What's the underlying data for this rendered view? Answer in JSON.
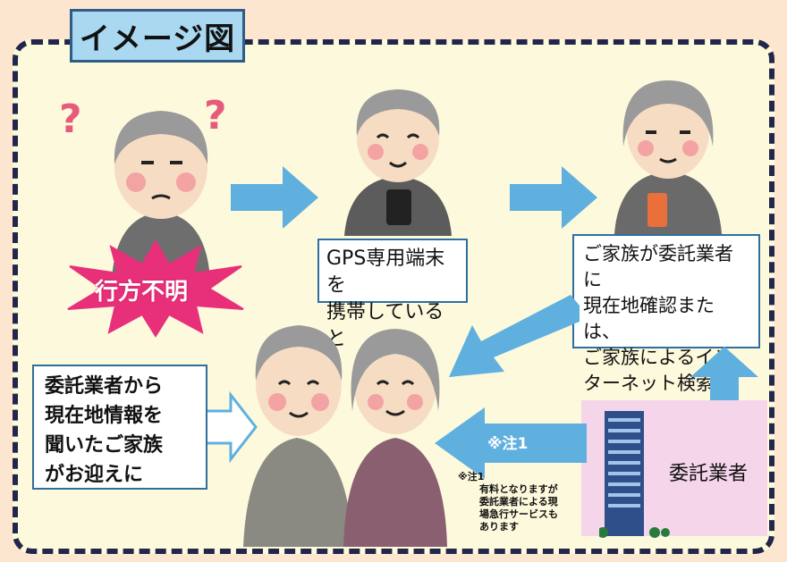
{
  "title": "イメージ図",
  "missing_label": "行方不明",
  "gps_text": [
    "GPS専用端末を",
    "携帯していると"
  ],
  "family_text": [
    "ご家族が委託業者に",
    "現在地確認または、",
    "ご家族によるイン",
    "ターネット検索等"
  ],
  "pickup_text": [
    "委託業者から",
    "現在地情報を",
    "聞いたご家族",
    "がお迎えに"
  ],
  "consign_label": "委託業者",
  "arrow_note": "※注1",
  "note": {
    "head": "※注1",
    "lines": [
      "有料となりますが",
      "委託業者による現",
      "場急行サービスも",
      "あります"
    ]
  },
  "question_mark": "?",
  "colors": {
    "background": "#fde6cf",
    "panel": "#fdf9dc",
    "title_tab": "#a9d8f0",
    "arrow": "#5fb0df",
    "burst": "#e8307a",
    "building_bg": "#f5d5ea"
  }
}
